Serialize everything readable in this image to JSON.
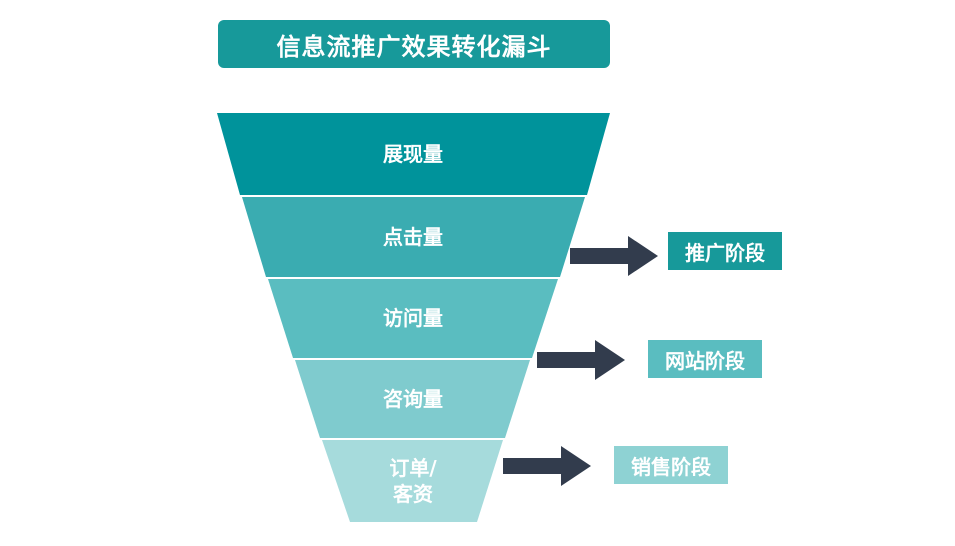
{
  "title": "信息流推广效果转化漏斗",
  "stages": [
    {
      "label": "展现量",
      "color": "#00939b"
    },
    {
      "label": "点击量",
      "color": "#3aacb1"
    },
    {
      "label": "访问量",
      "color": "#5abdc0"
    },
    {
      "label": "咨询量",
      "color": "#7fcbce"
    },
    {
      "label_line1": "订单/",
      "label_line2": "客资",
      "color": "#a6dbdc"
    }
  ],
  "phases": [
    {
      "label": "推广阶段",
      "color": "#17999a"
    },
    {
      "label": "网站阶段",
      "color": "#5abdc0"
    },
    {
      "label": "销售阶段",
      "color": "#8ed2d3"
    }
  ],
  "arrow_color": "#323c4d"
}
